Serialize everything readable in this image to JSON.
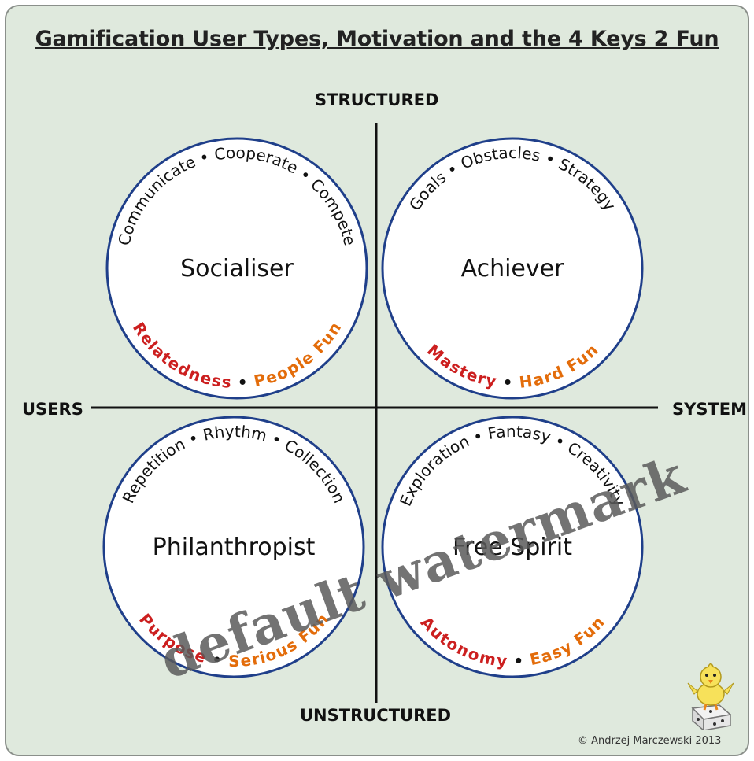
{
  "title": "Gamification User Types, Motivation and the 4 Keys 2 Fun",
  "axes": {
    "top": "STRUCTURED",
    "bottom": "UNSTRUCTURED",
    "left": "USERS",
    "right": "SYSTEM"
  },
  "colors": {
    "background": "#dfe9dd",
    "key_red": "#cc1f1f",
    "key_orange": "#e36c0a",
    "text": "#111111"
  },
  "quadrants": [
    {
      "name": "Socialiser",
      "top_words": [
        "Communicate",
        "Cooperate",
        "Compete"
      ],
      "key": "Relatedness",
      "fun": "People Fun"
    },
    {
      "name": "Achiever",
      "top_words": [
        "Goals",
        "Obstacles",
        "Strategy"
      ],
      "key": "Mastery",
      "fun": "Hard Fun"
    },
    {
      "name": "Philanthropist",
      "top_words": [
        "Repetition",
        "Rhythm",
        "Collection"
      ],
      "key": "Purpose",
      "fun": "Serious Fun"
    },
    {
      "name": "Free Spirit",
      "top_words": [
        "Exploration",
        "Fantasy",
        "Creativity"
      ],
      "key": "Autonomy",
      "fun": "Easy Fun"
    }
  ],
  "copyright": "© Andrzej Marczewski 2013",
  "watermark": "default watermark",
  "mascot_icon": "chick-on-dice-icon"
}
